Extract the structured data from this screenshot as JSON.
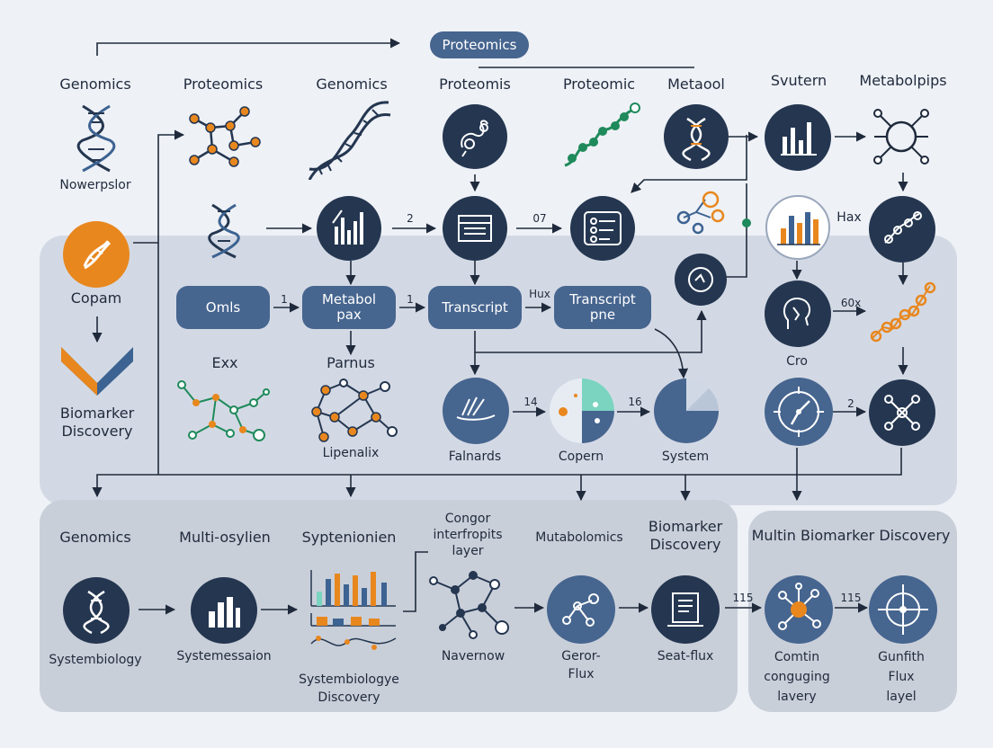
{
  "top_pill": "Proteomics",
  "labels": {
    "genomics_1": "Genomics",
    "proteomics_1": "Proteomics",
    "genomics_2": "Genomics",
    "proteomics_2": "Proteomis",
    "proteomics_3": "Proteomic",
    "metabol_1": "Metaool",
    "svutern": "Svutern",
    "metabolpips": "Metabolpips",
    "nowerpslor": "Nowerpslor",
    "copam": "Copam",
    "biomarker_1": "Biomarker\nDiscovery",
    "exx": "Exx",
    "parnus": "Parnus",
    "lipenalix": "Lipenalix",
    "falnards": "Falnards",
    "copern": "Copern",
    "system": "System",
    "hax": "Hax",
    "cro": "Cro",
    "genomics_3": "Genomics",
    "multi_osylien": "Multi-osylien",
    "syptenionien": "Syptenionien",
    "congor": "Congor\ninterfropits\nlayer",
    "mutabolomics": "Mutabolomics",
    "biomarker_2": "Biomarker\nDiscovery",
    "multin_biomarker": "Multin Biomarker Discovery",
    "systembiology": "Systembiology",
    "systemessaion": "Systemessaion",
    "systembiologye": "Systembiologye\nDiscovery",
    "navernow": "Navernow",
    "geror_flux": "Geror-\nFlux",
    "seat_flux": "Seat-flux",
    "comtin": "Comtin\nconguging\nlavery",
    "gunfith": "Gunfith\nFlux\nlayel"
  },
  "pills": {
    "omls": "Omls",
    "metabol_pax": "Metabol\npax",
    "transcript": "Transcript",
    "transcript_pne": "Transcript\npne"
  },
  "numbers": {
    "n_2a": "2",
    "n_07": "07",
    "n_1a": "1",
    "n_1b": "1",
    "n_hux": "Hux",
    "n_60x": "60x",
    "n_14": "14",
    "n_16": "16",
    "n_2b": "2",
    "n_115a": "115",
    "n_115b": "115"
  },
  "colors": {
    "navy": "#243650",
    "slate": "#46658f",
    "orange": "#e8871e",
    "green": "#1f8a5b",
    "teal": "#7bd4c0"
  }
}
